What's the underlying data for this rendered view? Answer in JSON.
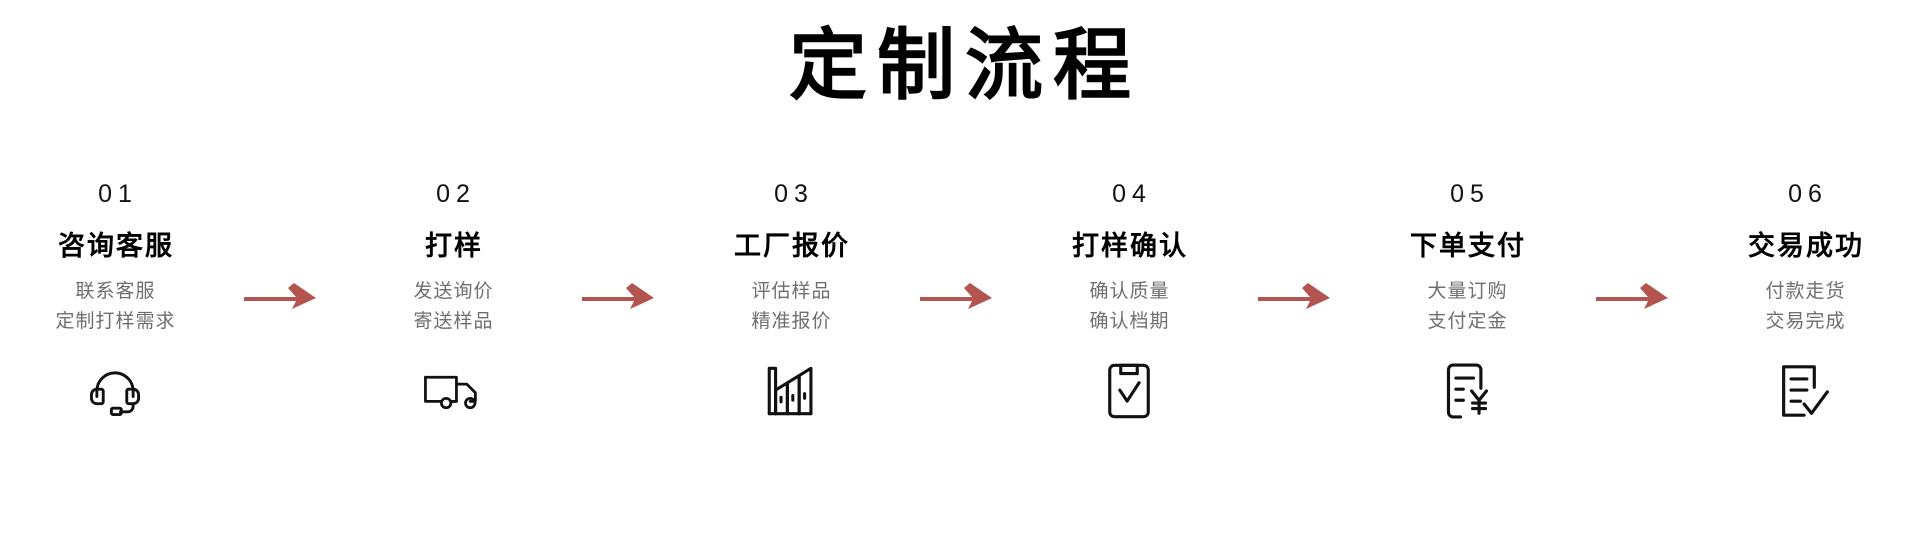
{
  "header": {
    "title": "定制流程"
  },
  "colors": {
    "arrow": "#b35450",
    "title": "#000000",
    "step_title": "#000000",
    "step_number": "#111111",
    "step_desc": "#6f6f6f",
    "background": "#ffffff"
  },
  "steps": [
    {
      "number": "01",
      "title": "咨询客服",
      "desc": [
        "联系客服",
        "定制打样需求"
      ],
      "icon": "headset-icon"
    },
    {
      "number": "02",
      "title": "打样",
      "desc": [
        "发送询价",
        "寄送样品"
      ],
      "icon": "truck-icon"
    },
    {
      "number": "03",
      "title": "工厂报价",
      "desc": [
        "评估样品",
        "精准报价"
      ],
      "icon": "factory-icon"
    },
    {
      "number": "04",
      "title": "打样确认",
      "desc": [
        "确认质量",
        "确认档期"
      ],
      "icon": "clipboard-check-icon"
    },
    {
      "number": "05",
      "title": "下单支付",
      "desc": [
        "大量订购",
        "支付定金"
      ],
      "icon": "invoice-yen-icon"
    },
    {
      "number": "06",
      "title": "交易成功",
      "desc": [
        "付款走货",
        "交易完成"
      ],
      "icon": "document-check-icon"
    }
  ],
  "connectors": [
    {
      "name": "arrow-1",
      "symbol": "arrow-right"
    },
    {
      "name": "arrow-2",
      "symbol": "arrow-right"
    },
    {
      "name": "arrow-3",
      "symbol": "arrow-right"
    },
    {
      "name": "arrow-4",
      "symbol": "arrow-right"
    },
    {
      "name": "arrow-5",
      "symbol": "arrow-right"
    }
  ]
}
